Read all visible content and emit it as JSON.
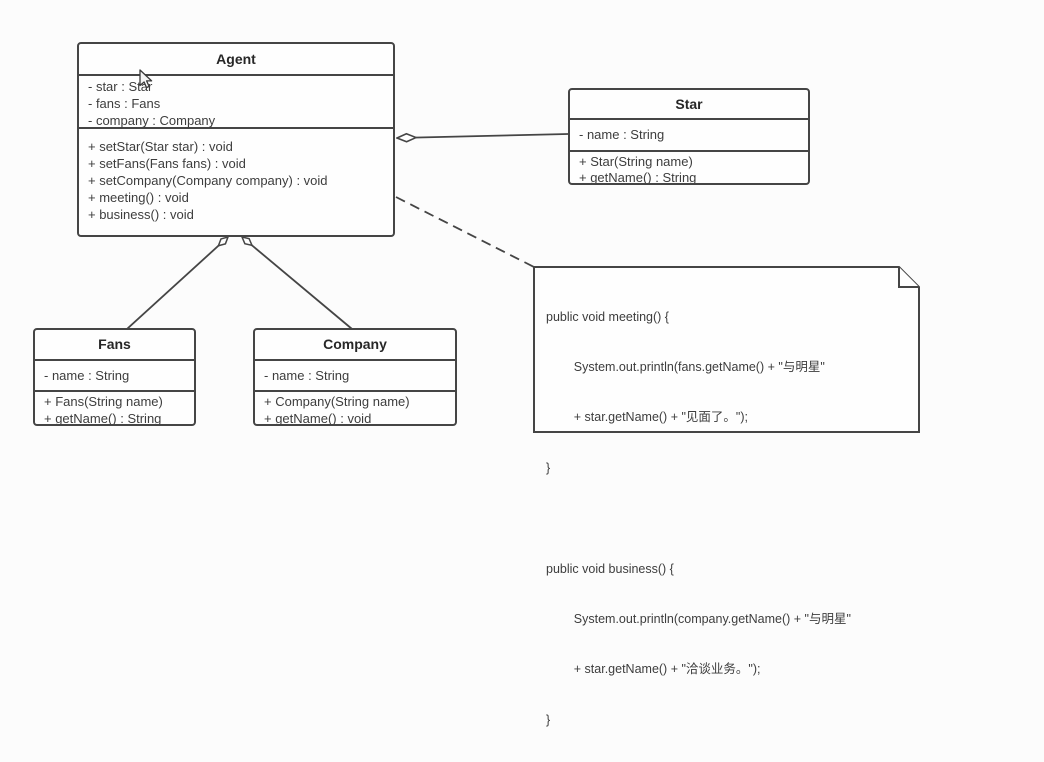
{
  "app": {
    "canvas_background": "#fcfcfc",
    "line_color": "#454545",
    "box_fill": "#fefefe",
    "text_color": "#3d3d3d"
  },
  "classes": {
    "agent": {
      "name": "Agent",
      "attributes": [
        "- star : Star",
        "- fans : Fans",
        "- company : Company"
      ],
      "methods": [
        "+ setStar(Star star) : void",
        "+ setFans(Fans fans) : void",
        "+ setCompany(Company company) : void",
        "+ meeting() : void",
        "+ business() : void"
      ]
    },
    "star": {
      "name": "Star",
      "attributes": [
        "- name : String"
      ],
      "methods": [
        "+ Star(String name)",
        "+ getName() : String"
      ]
    },
    "fans": {
      "name": "Fans",
      "attributes": [
        "- name : String"
      ],
      "methods": [
        "+ Fans(String name)",
        "+ getName() : String"
      ]
    },
    "company": {
      "name": "Company",
      "attributes": [
        "- name : String"
      ],
      "methods": [
        "+ Company(String name)",
        "+ getName() : void"
      ]
    }
  },
  "note": {
    "lines": [
      "public void meeting() {",
      "        System.out.println(fans.getName() + \"与明星\"",
      "        + star.getName() + \"见面了。\");",
      "}",
      "",
      "public void business() {",
      "        System.out.println(company.getName() + \"与明星\"",
      "        + star.getName() + \"洽谈业务。\");",
      "}"
    ]
  },
  "relationships": [
    {
      "from": "Agent",
      "to": "Star",
      "type": "aggregation",
      "line": "solid"
    },
    {
      "from": "Agent",
      "to": "Fans",
      "type": "aggregation",
      "line": "solid"
    },
    {
      "from": "Agent",
      "to": "Company",
      "type": "aggregation",
      "line": "solid"
    },
    {
      "from": "Agent",
      "to": "code-note",
      "type": "note-anchor",
      "line": "dashed"
    }
  ]
}
